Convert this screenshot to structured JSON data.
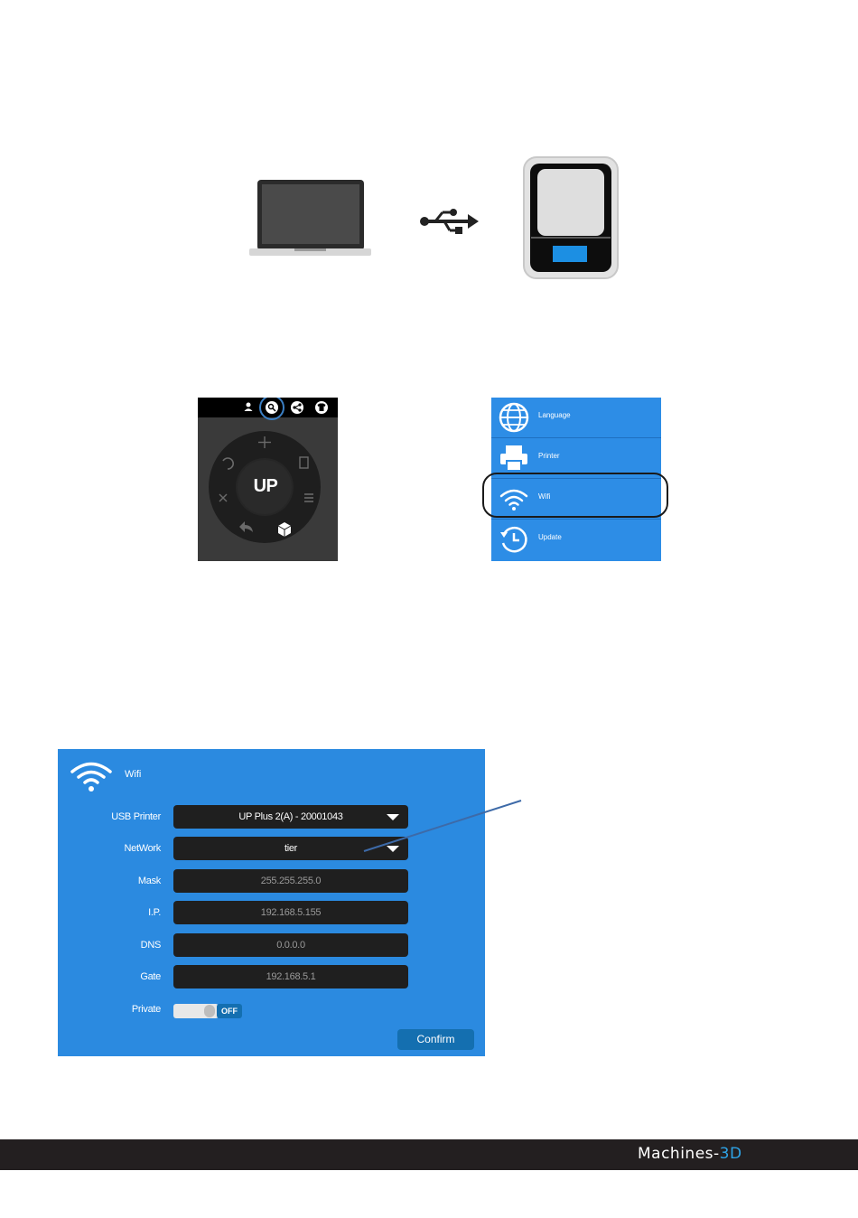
{
  "up_studio": {
    "logo_text": "UP",
    "toolbar_icons": [
      "user-icon",
      "settings-icon",
      "share-icon",
      "shirt-icon"
    ],
    "highlighted_icon": "settings-icon"
  },
  "settings_menu": {
    "items": [
      {
        "label": "Language",
        "icon": "globe-icon"
      },
      {
        "label": "Printer",
        "icon": "printer-icon"
      },
      {
        "label": "Wifi",
        "icon": "wifi-icon"
      },
      {
        "label": "Update",
        "icon": "update-icon"
      }
    ],
    "highlighted": "Wifi"
  },
  "wifi_dialog": {
    "title": "Wifi",
    "fields": {
      "usb_printer": {
        "label": "USB Printer",
        "value": "UP Plus 2(A) - 20001043"
      },
      "network": {
        "label": "NetWork",
        "value": "tier"
      },
      "mask": {
        "label": "Mask",
        "value": "255.255.255.0"
      },
      "ip": {
        "label": "I.P.",
        "value": "192.168.5.155"
      },
      "dns": {
        "label": "DNS",
        "value": "0.0.0.0"
      },
      "gate": {
        "label": "Gate",
        "value": "192.168.5.1"
      },
      "private": {
        "label": "Private",
        "state": "OFF"
      }
    },
    "confirm_label": "Confirm"
  },
  "footer": {
    "brand_main": "Machines-",
    "brand_accent": "3D"
  },
  "colors": {
    "menu_blue": "#2d8de6",
    "dialog_blue": "#2b8ae0",
    "field_dark": "#1f1f1f",
    "footer_dark": "#231f20",
    "brand_accent": "#2ea3e6",
    "highlight_circle": "#3b7fc4"
  }
}
